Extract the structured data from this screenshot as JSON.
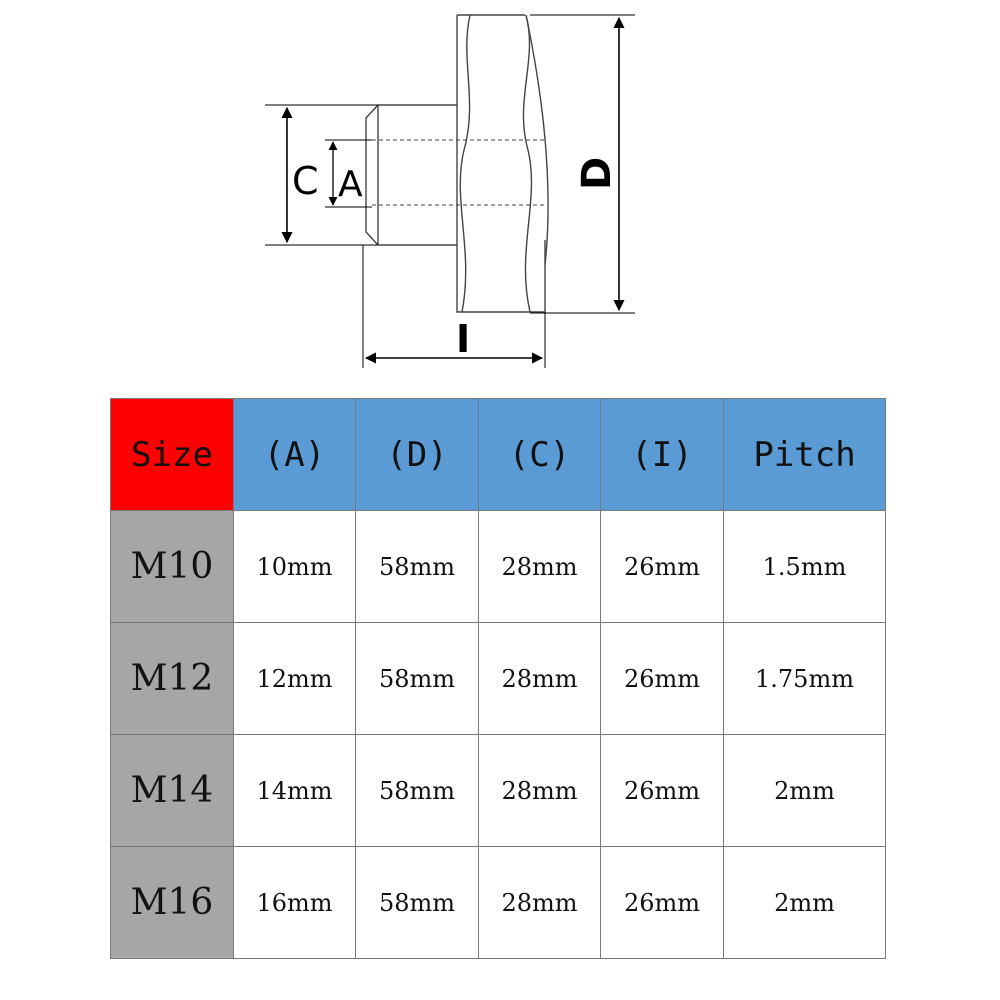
{
  "diagram": {
    "labels": {
      "c": "C",
      "a": "A",
      "d": "D",
      "i": "I"
    }
  },
  "table": {
    "headers": [
      "Size",
      "(A)",
      "(D)",
      "(C)",
      "(I)",
      "Pitch"
    ],
    "rows": [
      [
        "M10",
        "10mm",
        "58mm",
        "28mm",
        "26mm",
        "1.5mm"
      ],
      [
        "M12",
        "12mm",
        "58mm",
        "28mm",
        "26mm",
        "1.75mm"
      ],
      [
        "M14",
        "14mm",
        "58mm",
        "28mm",
        "26mm",
        "2mm"
      ],
      [
        "M16",
        "16mm",
        "58mm",
        "28mm",
        "26mm",
        "2mm"
      ]
    ]
  },
  "colors": {
    "size_header": "#ff0000",
    "column_header": "#5b9bd5",
    "size_cell": "#a6a6a6"
  }
}
